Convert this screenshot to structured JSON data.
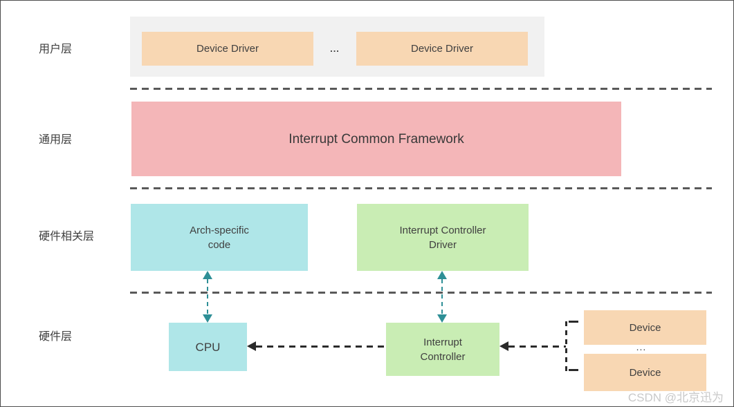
{
  "layers": {
    "user": {
      "label": "用户层"
    },
    "common": {
      "label": "通用层"
    },
    "hw_related": {
      "label": "硬件相关层"
    },
    "hardware": {
      "label": "硬件层"
    }
  },
  "user_layer": {
    "device_driver_left": "Device Driver",
    "ellipsis": "...",
    "device_driver_right": "Device Driver"
  },
  "common_layer": {
    "framework": "Interrupt Common Framework"
  },
  "hw_related_layer": {
    "arch_specific": "Arch-specific\ncode",
    "interrupt_controller_driver": "Interrupt Controller\nDriver"
  },
  "hardware_layer": {
    "cpu": "CPU",
    "interrupt_controller": "Interrupt\nController",
    "device_top": "Device",
    "ellipsis": "...",
    "device_bottom": "Device"
  },
  "watermark": "CSDN @北京迅为",
  "colors": {
    "orange": "#F8D7B3",
    "pink": "#F4B6B8",
    "teal": "#AFE6E8",
    "green": "#C9EDB4",
    "panel_gray": "#F1F1F1",
    "separator_gray": "#595959",
    "arrow_black": "#2A2A2A",
    "arrow_teal": "#2E8F96",
    "text_dark": "#3F3F3F",
    "watermark_gray": "#C9C9C9"
  }
}
